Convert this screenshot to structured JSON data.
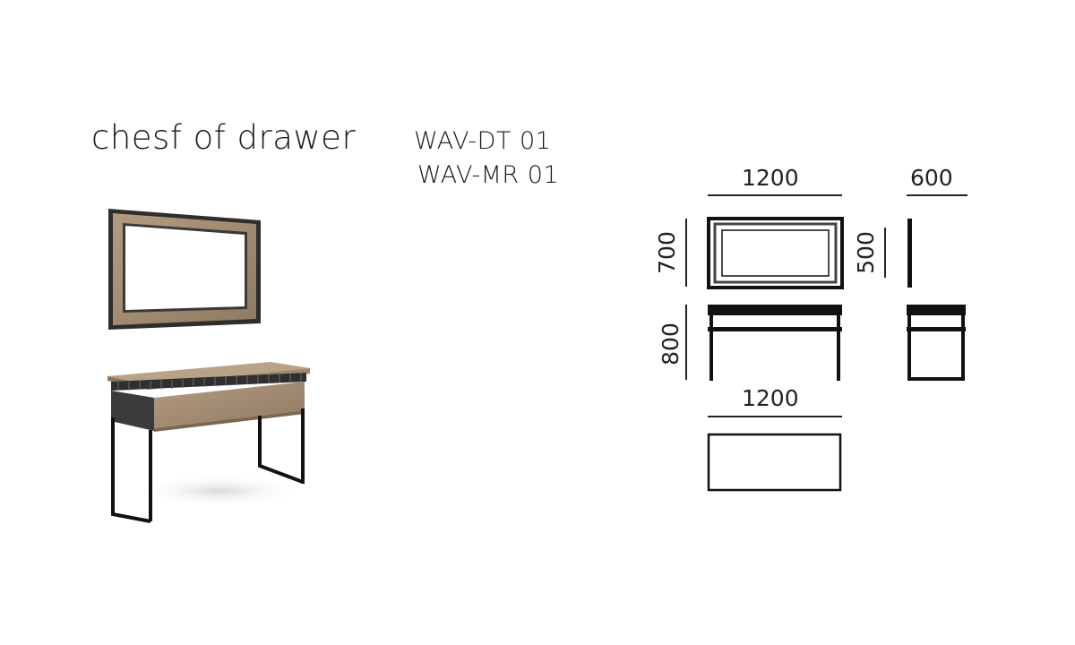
{
  "header": {
    "title": "chesf of drawer",
    "codes": [
      "WAV-DT 01",
      "WAV-MR 01"
    ]
  },
  "dimensions": {
    "mirror_width": "1200",
    "mirror_depth": "600",
    "mirror_height": "700",
    "mirror_side_height": "500",
    "table_height": "800",
    "table_width": "1200"
  },
  "colors": {
    "wood": "#a08a72",
    "wood_dark": "#7d6a55",
    "frame_dark": "#3a3a3a",
    "metal": "#111111"
  }
}
